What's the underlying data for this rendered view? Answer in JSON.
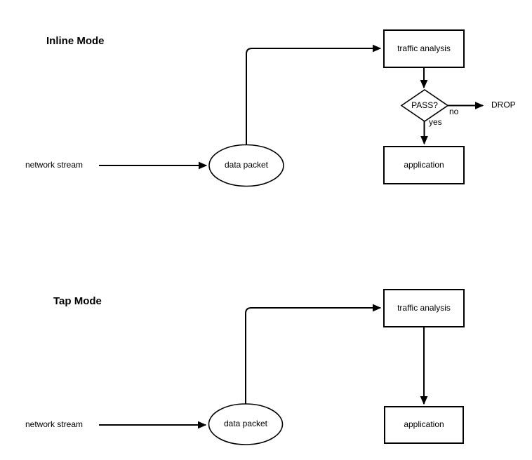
{
  "diagram": {
    "type": "flowchart",
    "background_color": "#ffffff",
    "stroke_color": "#000000",
    "sections": [
      {
        "id": "inline-mode",
        "title": "Inline Mode",
        "nodes": {
          "source_label": "network stream",
          "packet": "data packet",
          "analysis": "traffic analysis",
          "decision": "PASS?",
          "application": "application",
          "drop": "DROP"
        },
        "edge_labels": {
          "no": "no",
          "yes": "yes"
        }
      },
      {
        "id": "tap-mode",
        "title": "Tap Mode",
        "nodes": {
          "source_label": "network stream",
          "packet": "data packet",
          "analysis": "traffic analysis",
          "application": "application"
        },
        "edge_labels": {}
      }
    ]
  }
}
